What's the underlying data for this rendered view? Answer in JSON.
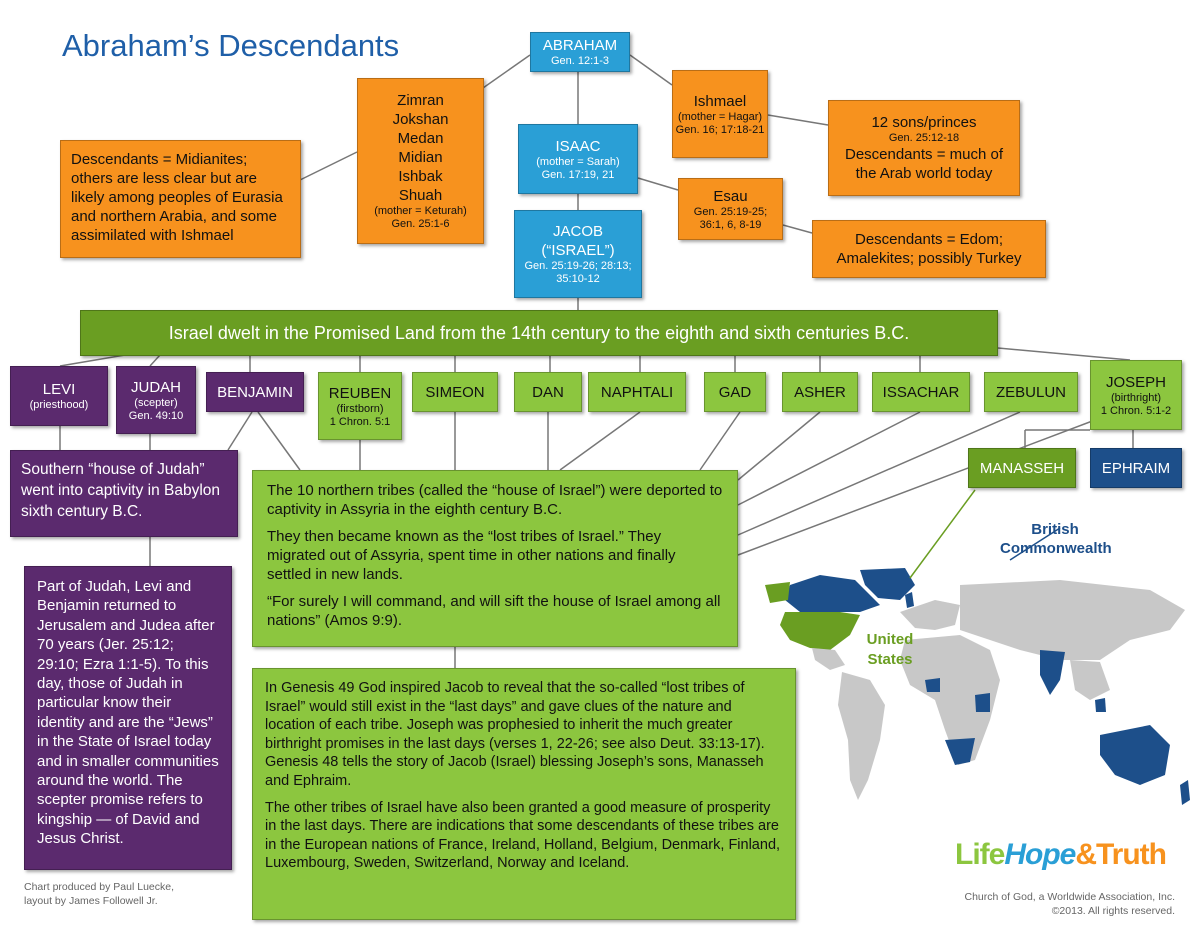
{
  "title": "Abraham’s Descendants",
  "abraham": {
    "name": "ABRAHAM",
    "ref": "Gen. 12:1-3"
  },
  "keturah_sons": {
    "names": [
      "Zimran",
      "Jokshan",
      "Medan",
      "Midian",
      "Ishbak",
      "Shuah"
    ],
    "mother": "(mother = Keturah)",
    "ref": "Gen. 25:1-6"
  },
  "midianites": "Descendants = Midianites; others are less clear but are likely among peoples of Eurasia and northern Arabia, and some assimilated with Ishmael",
  "isaac": {
    "name": "ISAAC",
    "mother": "(mother = Sarah)",
    "ref": "Gen. 17:19, 21"
  },
  "ishmael": {
    "name": "Ishmael",
    "mother": "(mother = Hagar)",
    "ref": "Gen. 16; 17:18-21"
  },
  "princes": {
    "title": "12 sons/princes",
    "ref": "Gen. 25:12-18",
    "desc": "Descendants = much of the Arab world today"
  },
  "esau": {
    "name": "Esau",
    "ref1": "Gen. 25:19-25;",
    "ref2": "36:1, 6, 8-19"
  },
  "edom": "Descendants = Edom; Amalekites; possibly Turkey",
  "jacob": {
    "name": "JACOB",
    "alt": "(“ISRAEL”)",
    "ref1": "Gen. 25:19-26; 28:13;",
    "ref2": "35:10-12"
  },
  "banner": "Israel dwelt in the Promised Land from the 14th century to the eighth and sixth centuries B.C.",
  "tribes": {
    "levi": {
      "name": "LEVI",
      "sub": "(priesthood)"
    },
    "judah": {
      "name": "JUDAH",
      "sub": "(scepter)",
      "ref": "Gen. 49:10"
    },
    "benjamin": "BENJAMIN",
    "reuben": {
      "name": "REUBEN",
      "sub": "(firstborn)",
      "ref": "1 Chron. 5:1"
    },
    "simeon": "SIMEON",
    "dan": "DAN",
    "naphtali": "NAPHTALI",
    "gad": "GAD",
    "asher": "ASHER",
    "issachar": "ISSACHAR",
    "zebulun": "ZEBULUN",
    "joseph": {
      "name": "JOSEPH",
      "sub": "(birthright)",
      "ref": "1 Chron. 5:1-2"
    },
    "manasseh": "MANASSEH",
    "ephraim": "EPHRAIM"
  },
  "southern": "Southern “house of Judah” went into captivity in Babylon sixth century B.C.",
  "returned": "Part of Judah, Levi and Benjamin returned to Jerusalem and Judea after 70 years (Jer. 25:12; 29:10; Ezra 1:1-5). To this day, those of Judah in particular know their identity and are the “Jews” in the State of Israel today and in smaller communities around the world. The scepter promise refers to kingship — of David and Jesus Christ.",
  "northern": {
    "p1": "The 10 northern tribes (called the “house of Israel”) were deported to captivity in Assyria in the eighth century B.C.",
    "p2": "They then became known as the “lost tribes of Israel.” They migrated out of Assyria, spent time in other nations and finally settled in new lands.",
    "p3": "“For surely I will command, and will sift the house of Israel among all nations” (Amos 9:9)."
  },
  "genesis": {
    "p1": "In Genesis 49 God inspired Jacob to reveal that the so-called “lost tribes of Israel” would still exist in the “last days” and gave clues of the nature and location of each tribe. Joseph was prophesied to inherit the much greater birthright promises in the last days (verses 1, 22-26; see also Deut. 33:13-17). Genesis 48 tells the story of Jacob (Israel) blessing Joseph’s sons, Manasseh and Ephraim.",
    "p2": "The other tribes of Israel have also been granted a good measure of prosperity in the last days. There are indications that some descendants of these tribes are in the European nations of France, Ireland, Holland, Belgium, Denmark, Finland, Luxembourg, Sweden, Switzerland, Norway and Iceland."
  },
  "map": {
    "british": "British Commonwealth",
    "us": "United States",
    "colors": {
      "land": "#c8c8c8",
      "commonwealth": "#1d4f8a",
      "us": "#6a9e22"
    }
  },
  "credit": {
    "line1": "Chart produced by Paul Luecke,",
    "line2": "layout by James Followell Jr."
  },
  "logo": {
    "life": "Life",
    "hope": "Hope",
    "amp": "&",
    "truth": "Truth"
  },
  "copyright": {
    "line1": "Church of God, a Worldwide Association, Inc.",
    "line2": "©2013. All rights reserved."
  }
}
